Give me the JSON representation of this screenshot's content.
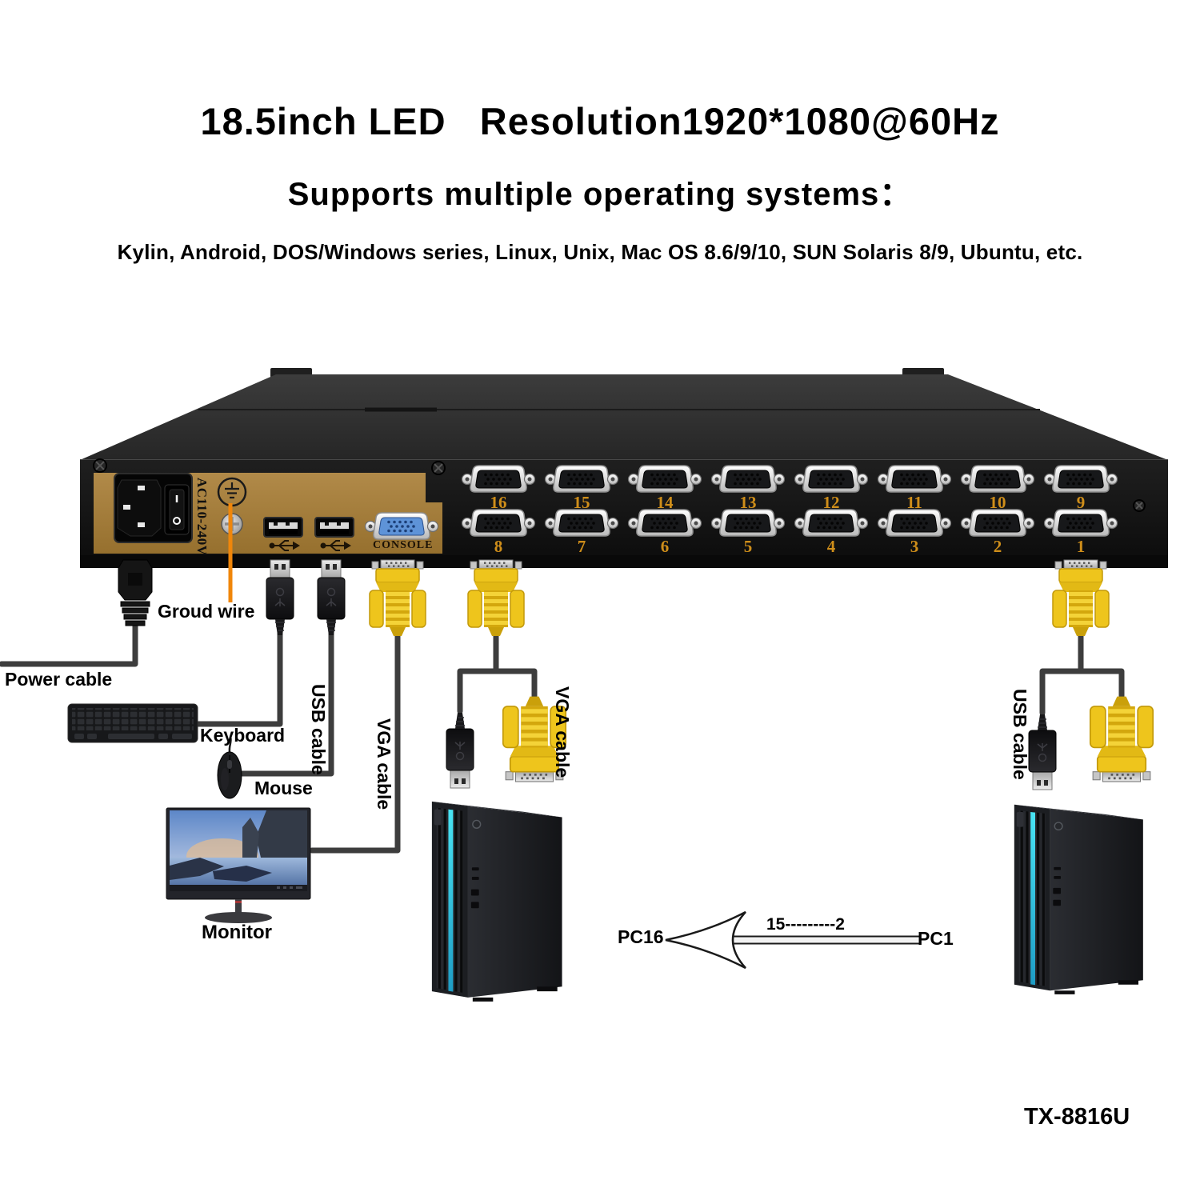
{
  "header": {
    "title": "18.5inch LED   Resolution1920*1080@60Hz",
    "subtitle": "Supports multiple operating systems：",
    "os_list": "Kylin, Android, DOS/Windows series, Linux, Unix, Mac OS 8.6/9/10, SUN Solaris 8/9, Ubuntu, etc."
  },
  "device": {
    "model": "TX-8816U",
    "power_rating": "AC110-240V",
    "console_label": "CONSOLE",
    "port_numbers_top": [
      "16",
      "15",
      "14",
      "13",
      "12",
      "11",
      "10",
      "9"
    ],
    "port_numbers_bottom": [
      "8",
      "7",
      "6",
      "5",
      "4",
      "3",
      "2",
      "1"
    ]
  },
  "labels": {
    "ground_wire": "Groud wire",
    "power_cable": "Power cable",
    "keyboard": "Keyboard",
    "mouse": "Mouse",
    "monitor": "Monitor",
    "usb_cable_left": "USB cable",
    "vga_cable_left": "VGA cable",
    "vga_cable_mid": "VGA cable",
    "usb_cable_right": "USB cable",
    "pc_left": "PC16",
    "pc_range": "15---------2",
    "pc_right": "PC1"
  },
  "colors": {
    "panel_gold": "#a8803f",
    "port_number_gold": "#cf8e1a",
    "console_blue": "#5e93d8",
    "vga_yellow": "#eec51c",
    "ground_wire_orange": "#f0860a",
    "cable_gray": "#3d3d3d",
    "pc_stripe_cyan": "#3ecbe4"
  }
}
